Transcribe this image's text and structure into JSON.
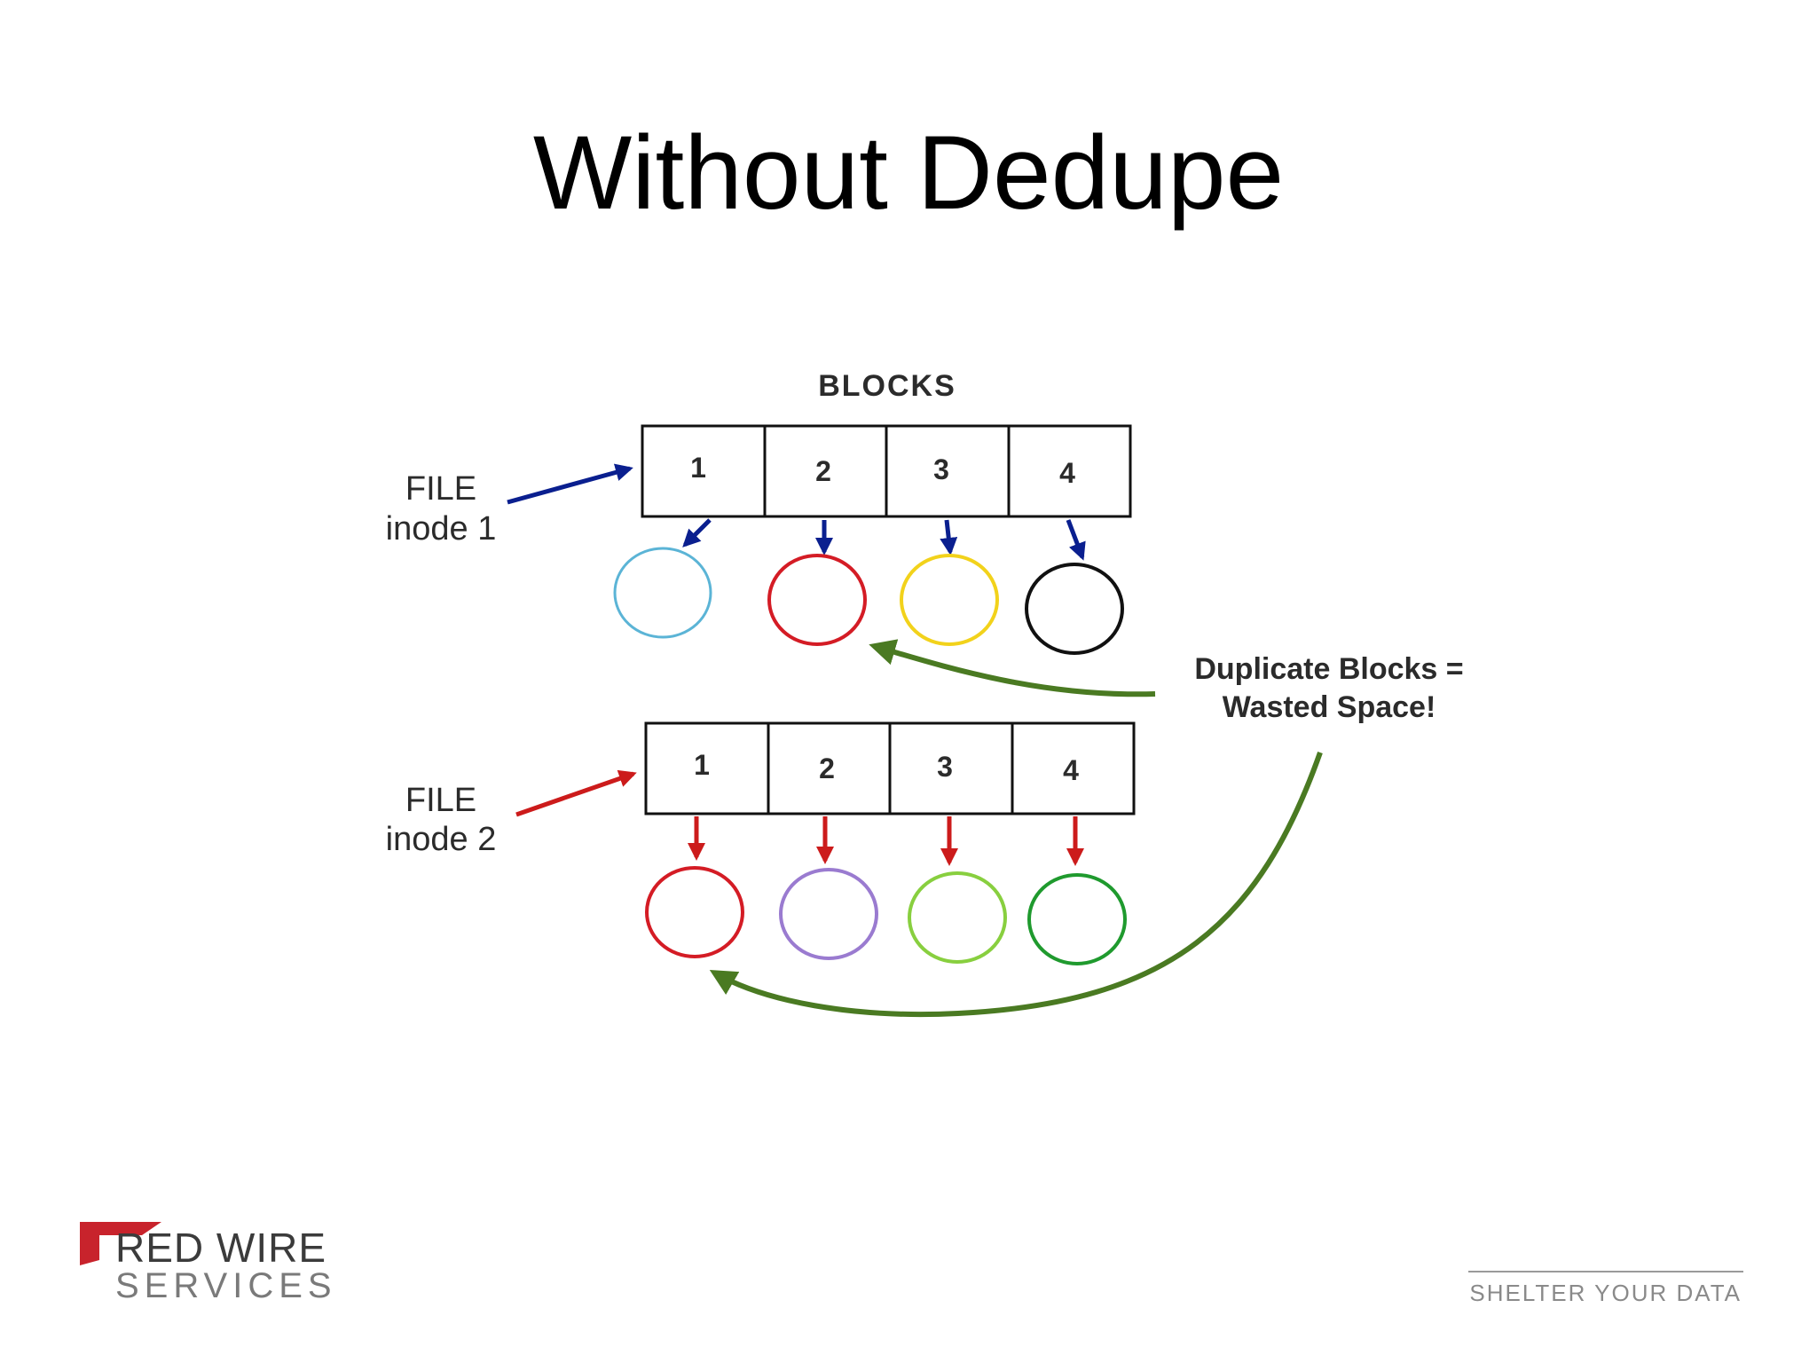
{
  "slide": {
    "title": "Without Dedupe"
  },
  "diagram": {
    "blocks_heading": "BLOCKS",
    "file1": {
      "line1": "FILE",
      "line2": "inode 1",
      "cells": [
        "1",
        "2",
        "3",
        "4"
      ]
    },
    "file2": {
      "line1": "FILE",
      "line2": "inode 2",
      "cells": [
        "1",
        "2",
        "3",
        "4"
      ]
    },
    "annotation": {
      "line1": "Duplicate Blocks =",
      "line2": "Wasted Space!"
    },
    "colors": {
      "file1_arrow": "#0a1f8f",
      "file2_arrow": "#cc1b1b",
      "curve_arrow": "#4a7a22",
      "row1_circles": [
        "#5bb4d6",
        "#d41c25",
        "#f2d21b",
        "#111111"
      ],
      "row2_circles": [
        "#d41c25",
        "#9a7bd0",
        "#88cf3f",
        "#1f9a2e"
      ]
    }
  },
  "footer": {
    "logo_line1": "RED WIRE",
    "logo_line2": "SERVICES",
    "tagline": "SHELTER YOUR DATA"
  }
}
